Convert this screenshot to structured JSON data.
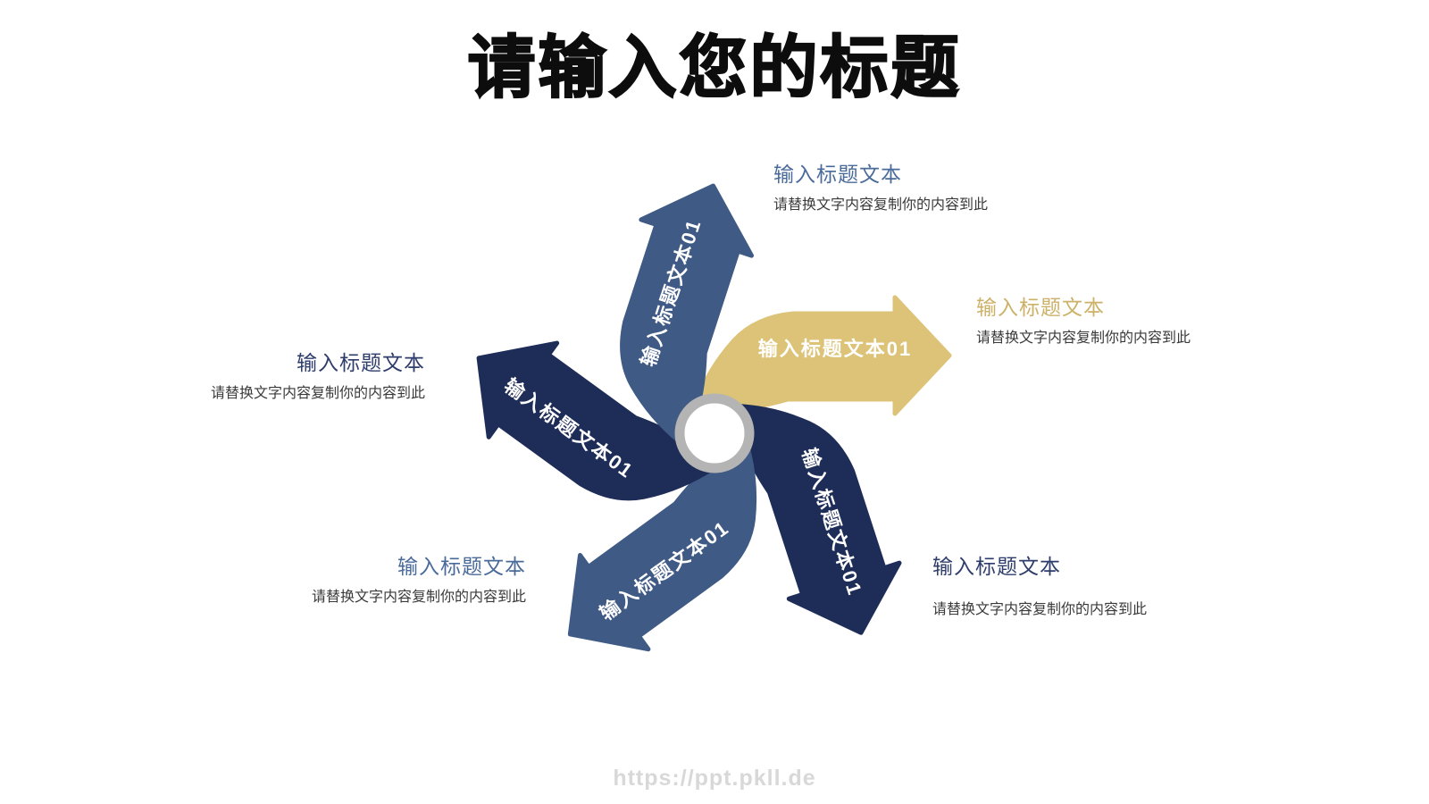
{
  "slide": {
    "title": "请输入您的标题",
    "watermark": "https://ppt.pkll.de"
  },
  "diagram": {
    "type": "pinwheel-arrows",
    "center_icon": "ring-circle",
    "ring_color": "#b4b4b4",
    "arrows": [
      {
        "position": "right",
        "label": "输入标题文本01",
        "color": "#ddc377"
      },
      {
        "position": "bottom-right",
        "label": "输入标题文本01",
        "color": "#1e2c58"
      },
      {
        "position": "bottom-left",
        "label": "输入标题文本01",
        "color": "#3e5a85"
      },
      {
        "position": "left",
        "label": "输入标题文本01",
        "color": "#1e2c58"
      },
      {
        "position": "top",
        "label": "输入标题文本01",
        "color": "#3e5a85"
      }
    ]
  },
  "callouts": [
    {
      "position": "top-right",
      "title": "输入标题文本",
      "title_color": "#4a6b9a",
      "description": "请替换文字内容复制你的内容到此"
    },
    {
      "position": "right",
      "title": "输入标题文本",
      "title_color": "#ccb168",
      "description": "请替换文字内容复制你的内容到此"
    },
    {
      "position": "bottom-right",
      "title": "输入标题文本",
      "title_color": "#2e3d6b",
      "description": "请替换文字内容复制你的内容到此"
    },
    {
      "position": "bottom-left",
      "title": "输入标题文本",
      "title_color": "#4a6b9a",
      "description": "请替换文字内容复制你的内容到此"
    },
    {
      "position": "left",
      "title": "输入标题文本",
      "title_color": "#2e3d6b",
      "description": "请替换文字内容复制你的内容到此"
    }
  ],
  "colors": {
    "background": "#ffffff",
    "title_text": "#0d0d0d",
    "arrow_gold": "#ddc377",
    "arrow_navy": "#1e2c58",
    "arrow_blue": "#3e5a85",
    "center_ring": "#b4b4b4",
    "callout_title_steel": "#4a6b9a",
    "callout_title_gold": "#ccb168",
    "callout_title_navy": "#2e3d6b",
    "description_text": "#3a3a3a",
    "watermark_text": "#d8d8d8"
  }
}
